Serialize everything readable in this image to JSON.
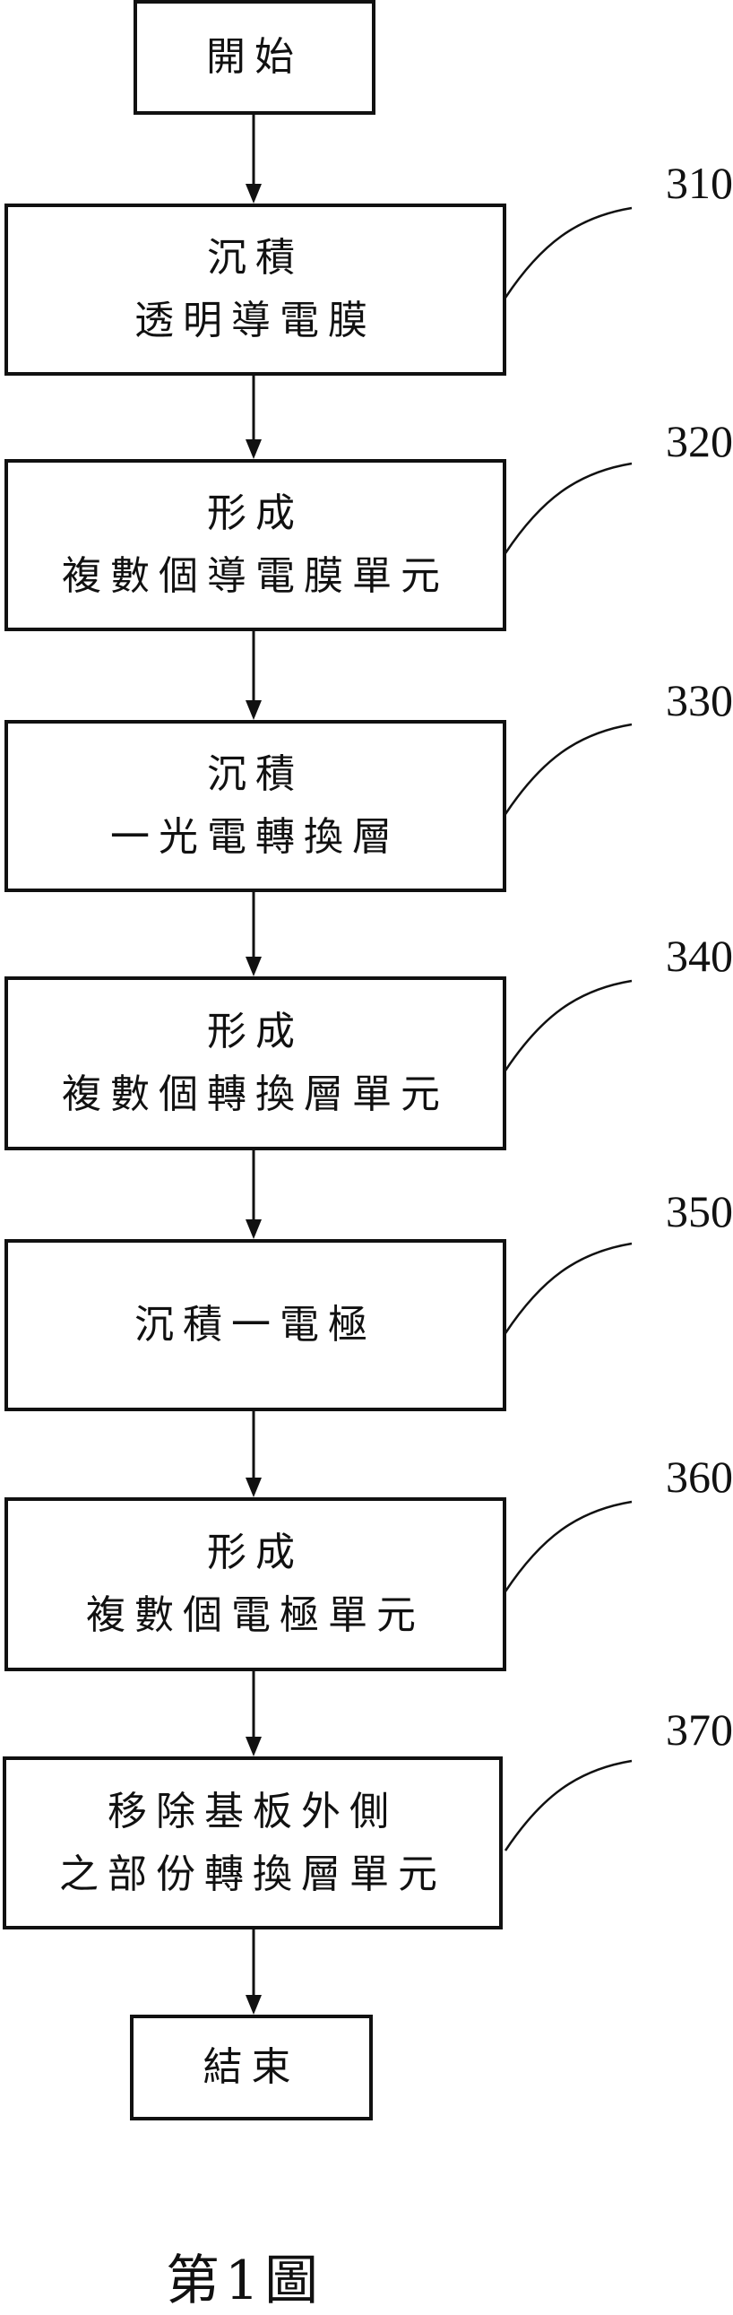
{
  "start": {
    "label": "開始"
  },
  "end": {
    "label": "結束"
  },
  "steps": [
    {
      "ref": "310",
      "lines": [
        "沉積",
        "透明導電膜"
      ]
    },
    {
      "ref": "320",
      "lines": [
        "形成",
        "複數個導電膜單元"
      ]
    },
    {
      "ref": "330",
      "lines": [
        "沉積",
        "一光電轉換層"
      ]
    },
    {
      "ref": "340",
      "lines": [
        "形成",
        "複數個轉換層單元"
      ]
    },
    {
      "ref": "350",
      "lines": [
        "沉積一電極"
      ]
    },
    {
      "ref": "360",
      "lines": [
        "形成",
        "複數個電極單元"
      ]
    },
    {
      "ref": "370",
      "lines": [
        "移除基板外側",
        "之部份轉換層單元"
      ]
    }
  ],
  "caption": "第1圖"
}
